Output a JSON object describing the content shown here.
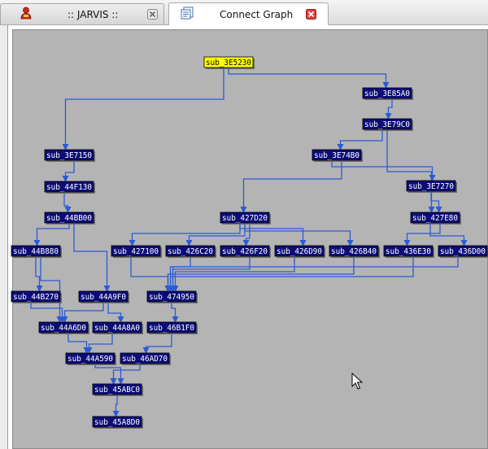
{
  "tabs": [
    {
      "label": ":: JARVIS ::",
      "icon": "jarvis-user-icon",
      "active": false
    },
    {
      "label": "Connect Graph",
      "icon": "graph-window-icon",
      "active": true
    }
  ],
  "colors": {
    "canvas": "#b4b4b4",
    "node_fill": "#0c0c78",
    "node_text": "#ffffff",
    "highlight_fill": "#ffff00",
    "highlight_text": "#000000",
    "edge": "#2a5bd7",
    "close_red": "#e04040"
  },
  "graph": {
    "nodes": [
      {
        "id": "n0",
        "label": "sub_3E5230",
        "highlighted": true
      },
      {
        "id": "n1",
        "label": "sub_3E85A0"
      },
      {
        "id": "n2",
        "label": "sub_3E79C0"
      },
      {
        "id": "n3",
        "label": "sub_3E74B0"
      },
      {
        "id": "n4",
        "label": "sub_3E7150"
      },
      {
        "id": "n5",
        "label": "sub_44F130"
      },
      {
        "id": "n6",
        "label": "sub_3E7270"
      },
      {
        "id": "n7",
        "label": "sub_44BB00"
      },
      {
        "id": "n8",
        "label": "sub_427D20"
      },
      {
        "id": "n9",
        "label": "sub_427E80"
      },
      {
        "id": "n10",
        "label": "sub_44B880"
      },
      {
        "id": "n11",
        "label": "sub_427100"
      },
      {
        "id": "n12",
        "label": "sub_426C20"
      },
      {
        "id": "n13",
        "label": "sub_426F20"
      },
      {
        "id": "n14",
        "label": "sub_426D90"
      },
      {
        "id": "n15",
        "label": "sub_426B40"
      },
      {
        "id": "n16",
        "label": "sub_436E30"
      },
      {
        "id": "n17",
        "label": "sub_436D00"
      },
      {
        "id": "n18",
        "label": "sub_44B270"
      },
      {
        "id": "n19",
        "label": "sub_44A9F0"
      },
      {
        "id": "n20",
        "label": "sub_474950"
      },
      {
        "id": "n21",
        "label": "sub_44A6D0"
      },
      {
        "id": "n22",
        "label": "sub_44A8A0"
      },
      {
        "id": "n23",
        "label": "sub_46B1F0"
      },
      {
        "id": "n24",
        "label": "sub_44A590"
      },
      {
        "id": "n25",
        "label": "sub_46AD70"
      },
      {
        "id": "n26",
        "label": "sub_45ABC0"
      },
      {
        "id": "n27",
        "label": "sub_45A8D0"
      }
    ],
    "edges": [
      [
        "n0",
        "n4"
      ],
      [
        "n0",
        "n1"
      ],
      [
        "n1",
        "n2"
      ],
      [
        "n2",
        "n3"
      ],
      [
        "n2",
        "n9"
      ],
      [
        "n3",
        "n8"
      ],
      [
        "n3",
        "n6"
      ],
      [
        "n6",
        "n9"
      ],
      [
        "n4",
        "n5"
      ],
      [
        "n5",
        "n7"
      ],
      [
        "n7",
        "n10"
      ],
      [
        "n7",
        "n19"
      ],
      [
        "n8",
        "n11"
      ],
      [
        "n8",
        "n12"
      ],
      [
        "n8",
        "n13"
      ],
      [
        "n8",
        "n14"
      ],
      [
        "n8",
        "n15"
      ],
      [
        "n9",
        "n16"
      ],
      [
        "n9",
        "n17"
      ],
      [
        "n10",
        "n18"
      ],
      [
        "n10",
        "n21"
      ],
      [
        "n18",
        "n21"
      ],
      [
        "n19",
        "n21"
      ],
      [
        "n19",
        "n22"
      ],
      [
        "n11",
        "n20"
      ],
      [
        "n12",
        "n20"
      ],
      [
        "n13",
        "n20"
      ],
      [
        "n14",
        "n20"
      ],
      [
        "n15",
        "n20"
      ],
      [
        "n16",
        "n20"
      ],
      [
        "n17",
        "n20"
      ],
      [
        "n20",
        "n23"
      ],
      [
        "n21",
        "n24"
      ],
      [
        "n22",
        "n24"
      ],
      [
        "n23",
        "n25"
      ],
      [
        "n24",
        "n26"
      ],
      [
        "n25",
        "n26"
      ],
      [
        "n26",
        "n27"
      ]
    ]
  }
}
